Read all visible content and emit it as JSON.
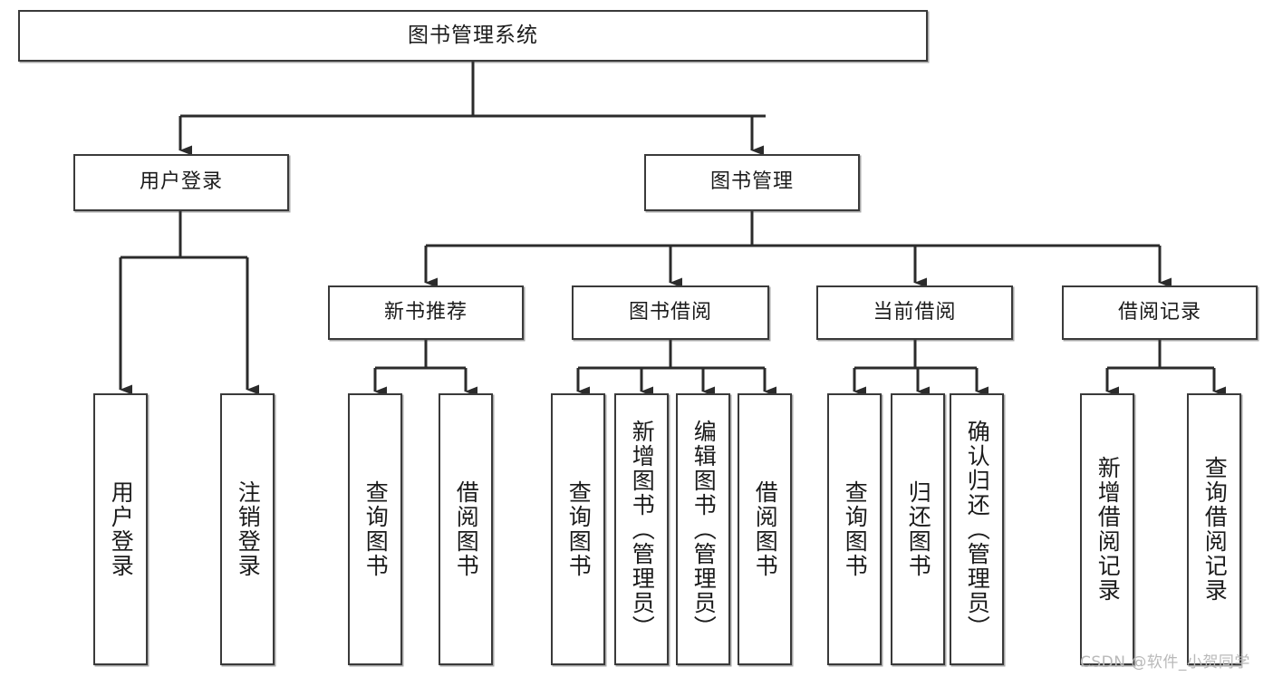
{
  "diagram": {
    "type": "tree-hierarchy-chart",
    "title_text": "图书管理系统",
    "root": {
      "label": "图书管理系统"
    },
    "level2": [
      {
        "label": "用户登录"
      },
      {
        "label": "图书管理"
      }
    ],
    "level3": [
      {
        "label": "新书推荐"
      },
      {
        "label": "图书借阅"
      },
      {
        "label": "当前借阅"
      },
      {
        "label": "借阅记录"
      }
    ],
    "leaves": {
      "user_login": [
        {
          "label": "用户登录"
        },
        {
          "label": "注销登录"
        }
      ],
      "new_book_recommend": [
        {
          "label": "查询图书"
        },
        {
          "label": "借阅图书"
        }
      ],
      "book_borrow": [
        {
          "label": "查询图书"
        },
        {
          "label": "新增图书（管理员）"
        },
        {
          "label": "编辑图书（管理员）"
        },
        {
          "label": "借阅图书"
        }
      ],
      "current_borrow": [
        {
          "label": "查询图书"
        },
        {
          "label": "归还图书"
        },
        {
          "label": "确认归还（管理员）"
        }
      ],
      "borrow_record": [
        {
          "label": "新增借阅记录"
        },
        {
          "label": "查询借阅记录"
        }
      ]
    }
  },
  "watermark": {
    "text": "CSDN @软件_小贺同学"
  },
  "colors": {
    "box_border": "#3a3a3a",
    "box_fill": "#ffffff",
    "connector": "#2b2b2b",
    "text": "#1b1b1b",
    "watermark": "#b9b9b9"
  }
}
